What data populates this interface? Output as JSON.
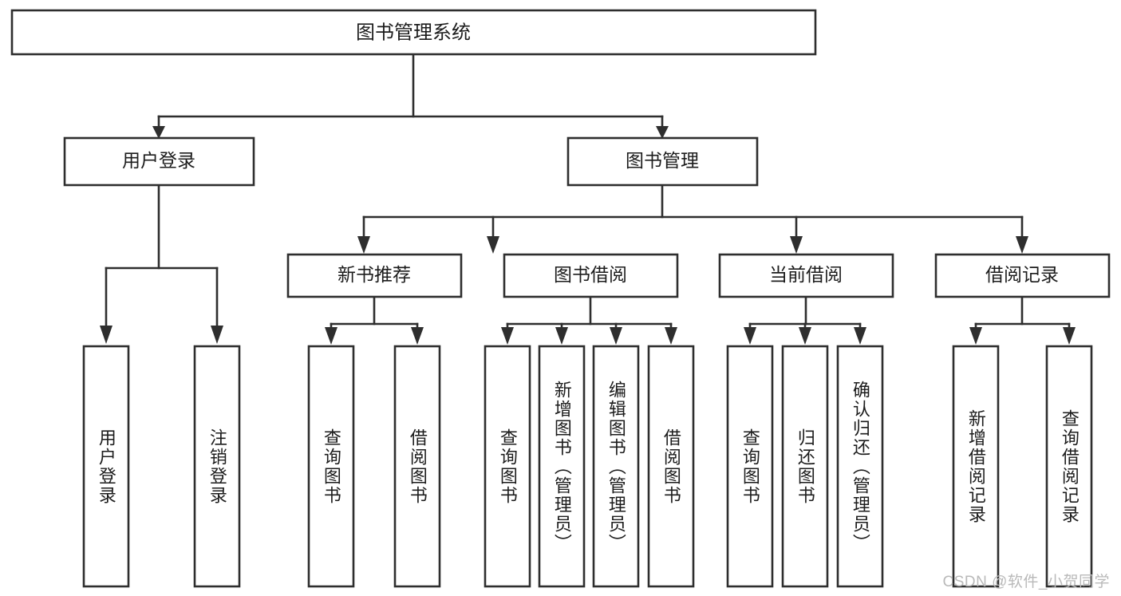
{
  "diagram": {
    "type": "tree",
    "title": "图书管理系统",
    "orientation": "top-down",
    "watermark": "CSDN @软件_小贺同学",
    "colors": {
      "background": "#ffffff",
      "stroke": "#2e2e2e",
      "fill": "#ffffff",
      "text": "#1c1c1c",
      "watermark": "#b9b9b9"
    },
    "levels": {
      "root": "图书管理系统",
      "level2": [
        "用户登录",
        "图书管理"
      ],
      "level3": [
        "新书推荐",
        "图书借阅",
        "当前借阅",
        "借阅记录"
      ]
    },
    "nodes": {
      "root": {
        "label": "图书管理系统"
      },
      "user_login": {
        "label": "用户登录"
      },
      "book_manage": {
        "label": "图书管理"
      },
      "new_book_rec": {
        "label": "新书推荐"
      },
      "book_borrow": {
        "label": "图书借阅"
      },
      "current_borrow": {
        "label": "当前借阅"
      },
      "borrow_record": {
        "label": "借阅记录"
      }
    },
    "leaves": {
      "user_login": [
        {
          "label": "用户登录"
        },
        {
          "label": "注销登录"
        }
      ],
      "new_book_rec": [
        {
          "label": "查询图书"
        },
        {
          "label": "借阅图书"
        }
      ],
      "book_borrow": [
        {
          "label": "查询图书"
        },
        {
          "label": "新增图书（管理员）"
        },
        {
          "label": "编辑图书（管理员）"
        },
        {
          "label": "借阅图书"
        }
      ],
      "current_borrow": [
        {
          "label": "查询图书"
        },
        {
          "label": "归还图书"
        },
        {
          "label": "确认归还（管理员）"
        }
      ],
      "borrow_record": [
        {
          "label": "新增借阅记录"
        },
        {
          "label": "查询借阅记录"
        }
      ]
    }
  }
}
